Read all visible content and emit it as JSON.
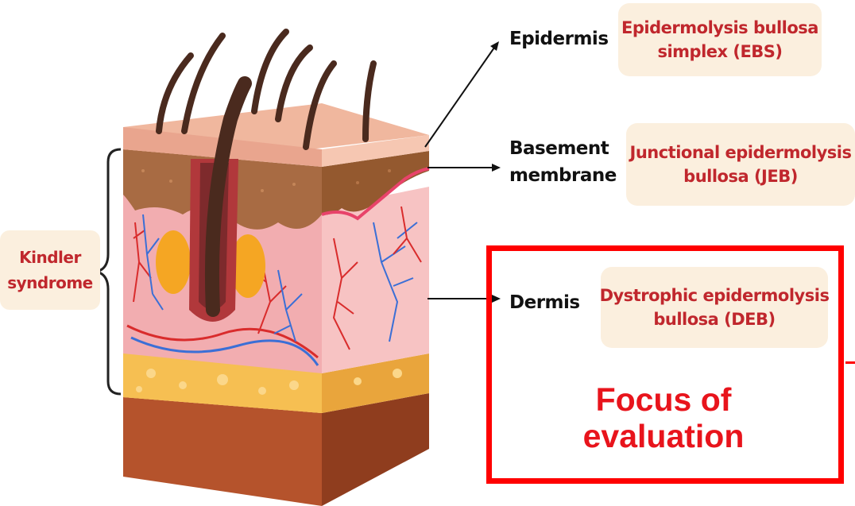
{
  "layers": [
    {
      "id": "epidermis",
      "label_lines": [
        "Epidermis"
      ],
      "disease_lines": [
        "Epidermolysis bullosa",
        "simplex (EBS)"
      ]
    },
    {
      "id": "basement",
      "label_lines": [
        "Basement",
        "membrane"
      ],
      "disease_lines": [
        "Junctional epidermolysis",
        "bullosa (JEB)"
      ]
    },
    {
      "id": "dermis",
      "label_lines": [
        "Dermis"
      ],
      "disease_lines": [
        "Dystrophic epidermolysis",
        "bullosa (DEB)"
      ]
    }
  ],
  "kindler": {
    "lines": [
      "Kindler",
      "syndrome"
    ]
  },
  "focus": {
    "lines": [
      "Focus of",
      "evaluation"
    ]
  },
  "colors": {
    "highlight_red": "#ff0000",
    "disease_text": "#c0272d",
    "pill_bg": "#fbefde",
    "skin_top": "#e9a58e",
    "epidermis_brown": "#a86b43",
    "dermis_pink": "#f2adb0",
    "fat_yellow": "#f6bf52",
    "base_brown": "#b5532c",
    "hair": "#4a2a1e",
    "artery": "#d92c2c",
    "vein": "#3b6fd6"
  }
}
